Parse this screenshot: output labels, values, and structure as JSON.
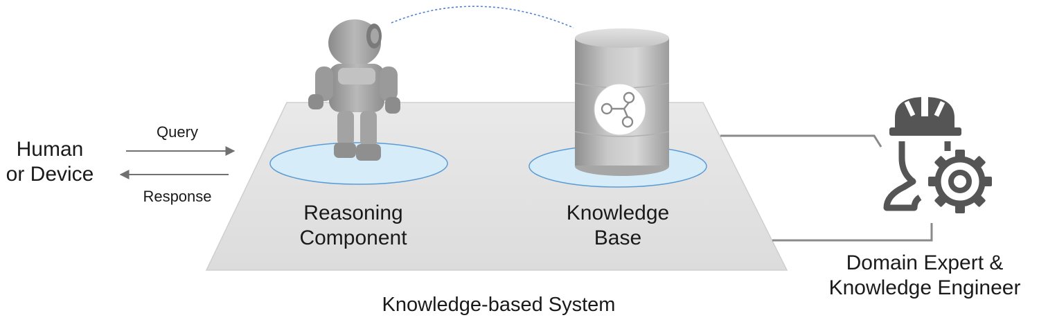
{
  "actor": {
    "label_line1": "Human",
    "label_line2": "or Device"
  },
  "arrows": {
    "query_label": "Query",
    "response_label": "Response"
  },
  "reasoning_component": {
    "label_line1": "Reasoning",
    "label_line2": "Component"
  },
  "knowledge_base": {
    "label_line1": "Knowledge",
    "label_line2": "Base"
  },
  "domain_expert": {
    "label_line1": "Domain Expert &",
    "label_line2": "Knowledge Engineer"
  },
  "system": {
    "caption": "Knowledge-based System"
  },
  "icons": {
    "robot": "robot-icon",
    "database": "database-cylinder-icon",
    "knowledge_graph": "knowledge-graph-icon",
    "expert": "engineer-with-gear-icon"
  },
  "colors": {
    "platform": "#e3e3e3",
    "platform_edge": "#cfcfcf",
    "pad_fill": "#d6ecf8",
    "pad_stroke": "#5b9bd5",
    "arrow": "#707070",
    "connector": "#8a8a8a",
    "dotted_arc": "#4f7fd6",
    "expert_icon": "#555555"
  }
}
